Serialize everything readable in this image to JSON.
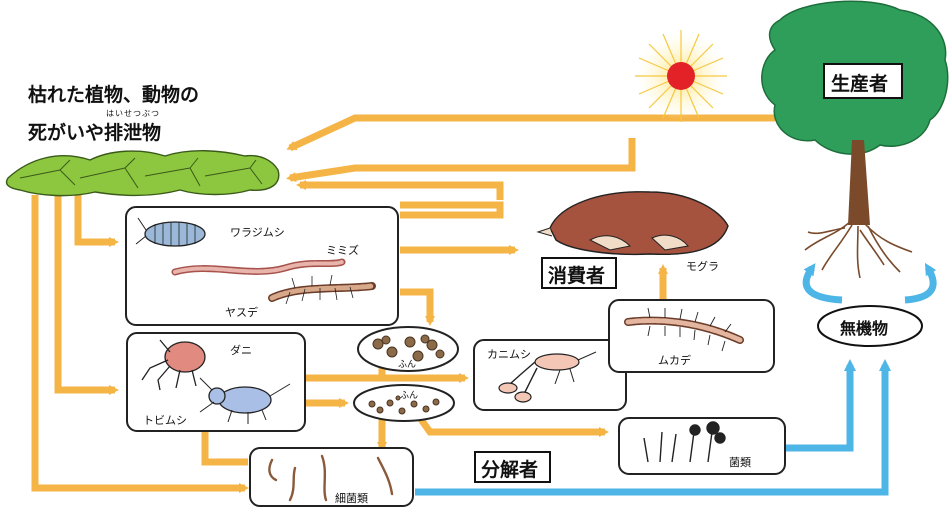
{
  "title_line1": "枯れた植物、動物の",
  "title_line2": "死がいや排泄物",
  "ruby": "はいせつぶつ",
  "producer": "生産者",
  "consumer": "消費者",
  "decomposer": "分解者",
  "inorganic": "無機物",
  "labels": {
    "warajimushi": "ワラジムシ",
    "mimizu": "ミミズ",
    "yasude": "ヤスデ",
    "dani": "ダニ",
    "tobimushi": "トビムシ",
    "fun1": "ふん",
    "fun2": "ふん",
    "kanimushi": "カニムシ",
    "mukade": "ムカデ",
    "mogura": "モグラ",
    "kinrui": "菌類",
    "saikinrui": "細菌類"
  },
  "colors": {
    "orange_arrow": "#f5b446",
    "blue_arrow": "#4db6e6",
    "tree": "#2f9e5a",
    "leaves": "#8dc63f",
    "sun": "#e32227"
  }
}
